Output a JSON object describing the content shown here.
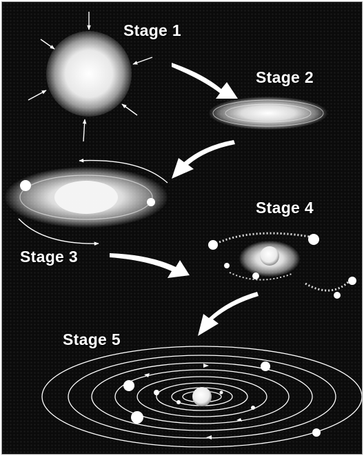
{
  "stages": [
    {
      "id": 1,
      "label": "Stage 1"
    },
    {
      "id": 2,
      "label": "Stage 2"
    },
    {
      "id": 3,
      "label": "Stage 3"
    },
    {
      "id": 4,
      "label": "Stage 4"
    },
    {
      "id": 5,
      "label": "Stage 5"
    }
  ],
  "colors": {
    "background": "#0b0b0b",
    "foreground": "#ffffff"
  }
}
